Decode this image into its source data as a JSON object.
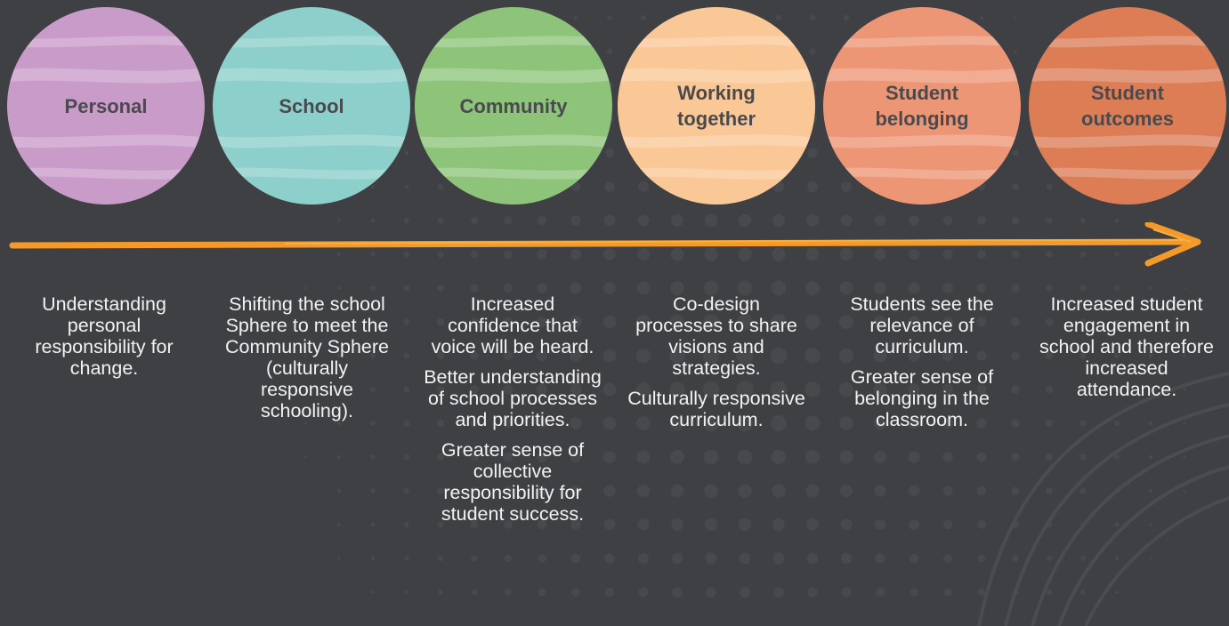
{
  "spheres": [
    {
      "label": "Personal",
      "color": "#c99bc9"
    },
    {
      "label": "School",
      "color": "#8ccfcb"
    },
    {
      "label": "Community",
      "color": "#8dc47a"
    },
    {
      "label": "Working together",
      "color": "#fac896"
    },
    {
      "label": "Student belonging",
      "color": "#ec9676"
    },
    {
      "label": "Student outcomes",
      "color": "#dc7d56"
    }
  ],
  "descriptions": [
    {
      "lines": [
        "Understanding personal responsibility for change."
      ]
    },
    {
      "lines": [
        "Shifting the school Sphere to meet the Community Sphere (culturally responsive schooling)."
      ]
    },
    {
      "lines": [
        "Increased confidence that voice will be heard.",
        "Better understanding of school processes and priorities.",
        "Greater sense of collective responsibility for student success."
      ]
    },
    {
      "lines": [
        "Co-design processes to share visions and strategies.",
        "Culturally responsive curriculum."
      ]
    },
    {
      "lines": [
        "Students see the relevance of curriculum.",
        "Greater sense of belonging in the classroom."
      ]
    },
    {
      "lines": [
        "Increased student engagement in school and therefore increased attendance."
      ]
    }
  ],
  "arrow_color": "#f39a2a"
}
